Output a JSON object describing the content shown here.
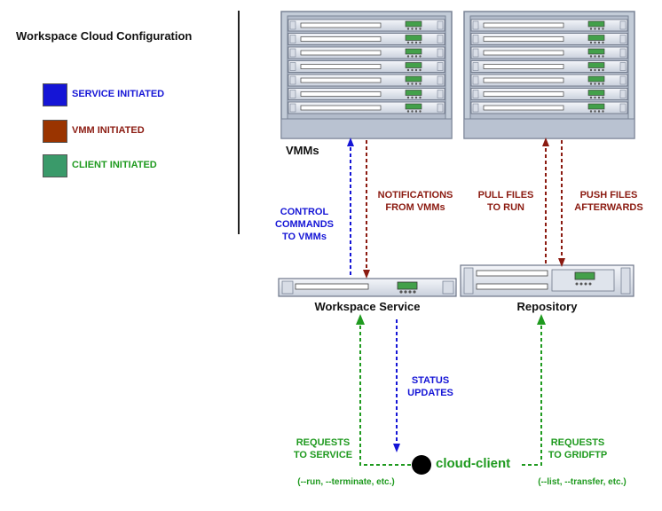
{
  "title": "Workspace Cloud Configuration",
  "legend": [
    {
      "label": "SERVICE INITIATED",
      "color": "#1515d6"
    },
    {
      "label": "VMM INITIATED",
      "color": "#9a3400"
    },
    {
      "label": "CLIENT INITIATED",
      "color": "#3a9a6a"
    }
  ],
  "nodes": {
    "vmms": "VMMs",
    "workspace_service": "Workspace Service",
    "repository": "Repository",
    "client": "cloud-client"
  },
  "edges": {
    "control": [
      "CONTROL",
      "COMMANDS",
      "TO VMMs"
    ],
    "notifications": [
      "NOTIFICATIONS",
      "FROM VMMs"
    ],
    "pull": [
      "PULL FILES",
      "TO RUN"
    ],
    "push": [
      "PUSH FILES",
      "AFTERWARDS"
    ],
    "status": [
      "STATUS",
      "UPDATES"
    ],
    "req_service": [
      "REQUESTS",
      "TO SERVICE"
    ],
    "req_gridftp": [
      "REQUESTS",
      "TO GRIDFTP"
    ]
  },
  "notes": {
    "service_args": "(--run, --terminate, etc.)",
    "gridftp_args": "(--list, --transfer, etc.)"
  },
  "colors": {
    "blue": "#1515d6",
    "red": "#8b1a10",
    "green": "#1f9a1f",
    "rack_frame": "#c3ccd8",
    "rack_edge": "#7a8496"
  }
}
